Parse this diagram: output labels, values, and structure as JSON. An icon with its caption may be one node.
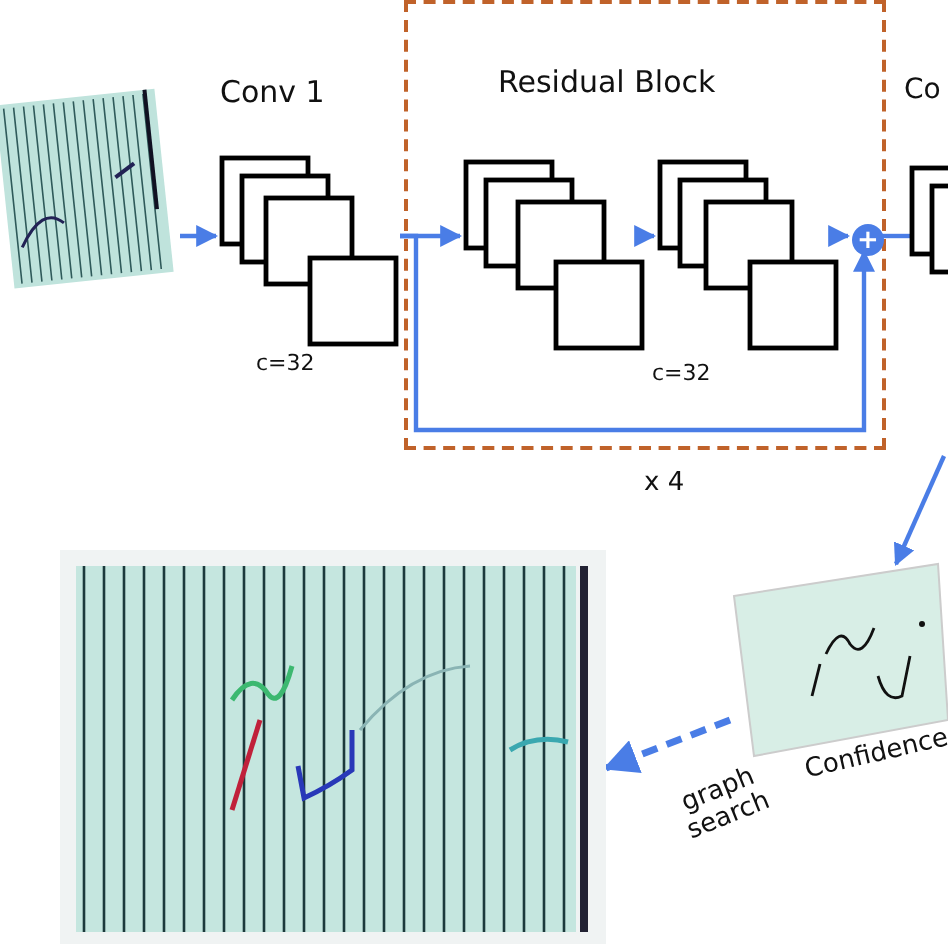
{
  "diagram": {
    "nodes": [
      {
        "text": [],
        "shape": "picture"
      },
      {
        "text": [
          "Conv 1",
          "c=32"
        ]
      },
      {
        "text": [
          "Residual Block",
          "c=32"
        ],
        "beside": [
          "x 4"
        ]
      },
      {
        "text": [],
        "shape": "box",
        "in": 2
      },
      {
        "text": [],
        "shape": "box",
        "in": 2
      },
      {
        "text": [
          "+"
        ],
        "in": 2
      },
      {
        "text": [
          "Co"
        ]
      },
      {
        "text": [],
        "shape": "picture",
        "beside": [
          "Confidence"
        ]
      },
      {
        "text": [],
        "shape": "picture"
      }
    ],
    "edges": [
      {
        "from": 0,
        "to": 1,
        "arrow": "to"
      },
      {
        "from": 1,
        "to": 3,
        "arrow": "to"
      },
      {
        "from": 3,
        "to": 4,
        "arrow": "to"
      },
      {
        "from": 4,
        "to": 5,
        "arrow": "to"
      },
      {
        "from": 5,
        "to": 6,
        "arrow": "none"
      },
      {
        "from": 1,
        "to": 5,
        "arrow": "to"
      },
      {
        "from": null,
        "to": 7,
        "arrow": "to"
      },
      {
        "from": 7,
        "to": 8,
        "arrow": "to",
        "style": "dashed",
        "label": "graph search"
      }
    ]
  }
}
